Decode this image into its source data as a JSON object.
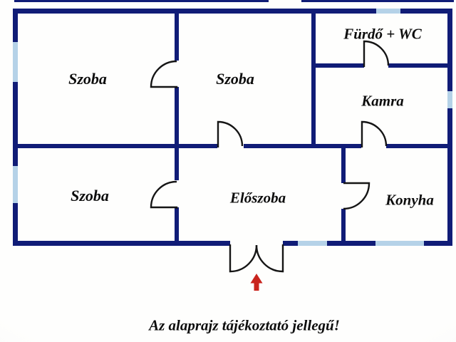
{
  "colors": {
    "wall": "#101c77",
    "window": "#b5d2e8",
    "door": "#151515",
    "arrow": "#c9241d",
    "text": "#0d0d0d"
  },
  "rooms": [
    {
      "id": "szoba-1",
      "label": "Szoba"
    },
    {
      "id": "szoba-2",
      "label": "Szoba"
    },
    {
      "id": "furdo-wc",
      "label": "Fürdő + WC"
    },
    {
      "id": "kamra",
      "label": "Kamra"
    },
    {
      "id": "szoba-3",
      "label": "Szoba"
    },
    {
      "id": "eloszoba",
      "label": "Előszoba"
    },
    {
      "id": "konyha",
      "label": "Konyha"
    }
  ],
  "caption": "Az alaprajz tájékoztató jellegű!",
  "icons": {
    "entrance_arrow": "entrance-arrow"
  }
}
